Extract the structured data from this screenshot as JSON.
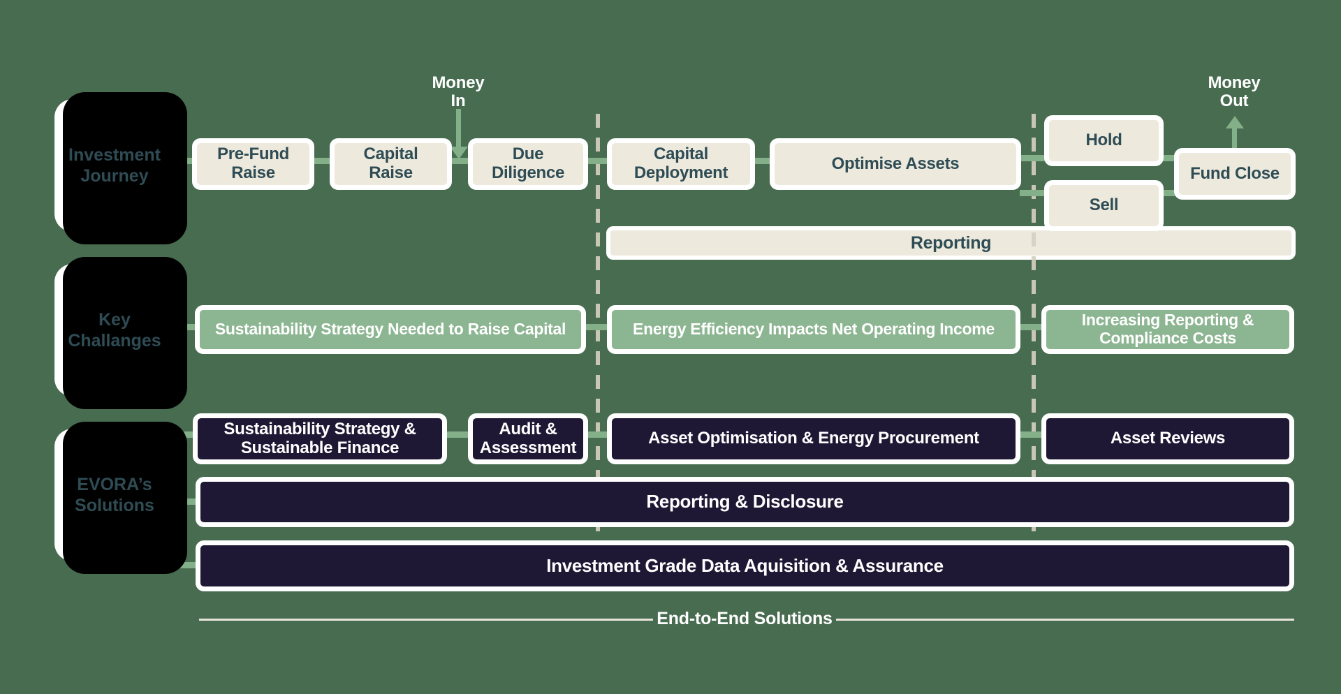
{
  "colors": {
    "bg": "#486C50",
    "cream": "#EDEADD",
    "green-box": "#8CB591",
    "connector": "#83AF89",
    "navy": "#1E1834",
    "slate": "#2F4C55",
    "dash": "#D6D0BF",
    "white": "#FFFFFF",
    "line": "#E8E5D8",
    "black": "#000000"
  },
  "sidebar": {
    "investment_journey": "Investment Journey",
    "key_challenges": "Key Challanges",
    "evora_solutions": "EVORA’s Solutions"
  },
  "journey": {
    "stages": [
      "Pre-Fund Raise",
      "Capital Raise",
      "Due Diligence",
      "Capital Deployment",
      "Optimise Assets",
      "Hold",
      "Sell",
      "Fund Close"
    ],
    "money_in": "Money\nIn",
    "money_out": "Money\nOut",
    "reporting": "Reporting"
  },
  "challenges": [
    "Sustainability Strategy Needed to Raise Capital",
    "Energy Efficiency Impacts Net Operating Income",
    "Increasing Reporting & Compliance Costs"
  ],
  "solutions": {
    "boxes": [
      "Sustainability Strategy & Sustainable Finance",
      "Audit & Assessment",
      "Asset Optimisation & Energy Procurement",
      "Asset Reviews"
    ],
    "bars": [
      "Reporting & Disclosure",
      "Investment Grade Data Aquisition & Assurance"
    ]
  },
  "footer": "End-to-End Solutions"
}
